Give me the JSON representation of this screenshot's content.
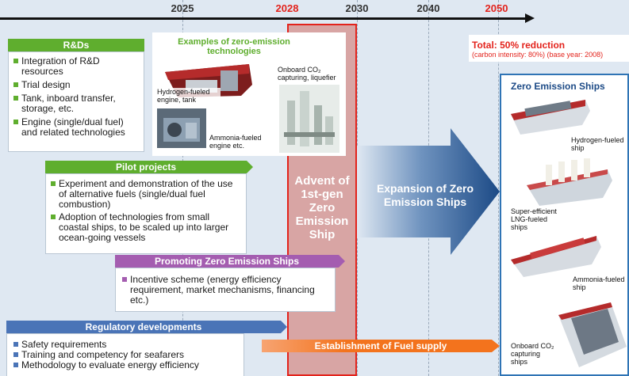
{
  "timeline": {
    "years": [
      {
        "label": "2025",
        "red": false
      },
      {
        "label": "2028",
        "red": true
      },
      {
        "label": "2030",
        "red": false
      },
      {
        "label": "2040",
        "red": false
      },
      {
        "label": "2050",
        "red": true
      }
    ]
  },
  "target": {
    "title": "Total: 50% reduction",
    "subtitle": "(carbon intensity: 80%) (base year: 2008)"
  },
  "rnd": {
    "header": "R&Ds",
    "items": [
      "Integration of R&D resources",
      "Trial design",
      "Tank, inboard transfer, storage, etc.",
      "Engine (single/dual fuel) and related technologies"
    ]
  },
  "examples": {
    "title": "Examples of zero-emission technologies",
    "labels": {
      "hydrogen": "Hydrogen-fueled engine, tank",
      "co2": "Onboard CO₂ capturing, liquefier",
      "ammonia": "Ammonia-fueled engine etc."
    }
  },
  "pilot": {
    "header": "Pilot projects",
    "items": [
      "Experiment and demonstration of the use of alternative fuels (single/dual fuel combustion)",
      "Adoption of technologies from small coastal ships, to be scaled up into larger ocean-going vessels"
    ]
  },
  "advent": {
    "text": "Advent of 1st-gen Zero Emission Ship"
  },
  "expansion": {
    "text": "Expansion of Zero Emission Ships"
  },
  "promoting": {
    "header": "Promoting Zero Emission Ships",
    "items": [
      "Incentive scheme (energy efficiency requirement, market mechanisms, financing etc.)"
    ]
  },
  "regulatory": {
    "header": "Regulatory developments",
    "items": [
      "Safety requirements",
      "Training and competency for seafarers",
      "Methodology to evaluate energy efficiency"
    ]
  },
  "fuel": {
    "text": "Establishment of Fuel supply"
  },
  "zes": {
    "title": "Zero Emission Ships",
    "ships": [
      "Hydrogen-fueled ship",
      "Super-efficient LNG-fueled ships",
      "Ammonia-fueled ship",
      "Onboard CO₂ capturing ships"
    ]
  },
  "colors": {
    "green": "#5fae2e",
    "purple": "#a45db0",
    "blue": "#4a74b7",
    "red": "#e3231c",
    "orange": "#f3731d",
    "navy": "#1c4a86"
  }
}
